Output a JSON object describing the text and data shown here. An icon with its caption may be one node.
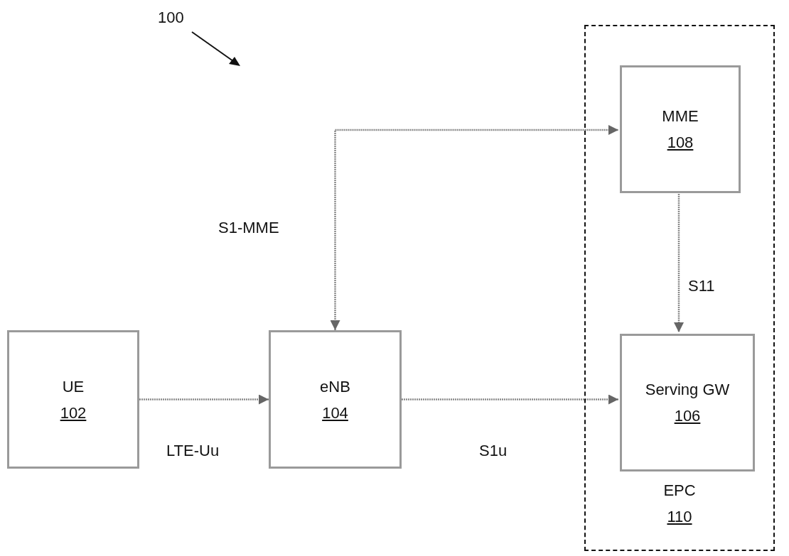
{
  "diagram": {
    "nodes": [
      {
        "text": [
          "EPC",
          "110"
        ]
      },
      {
        "text": [
          "MME",
          "108"
        ],
        "in": 0
      },
      {
        "text": [
          "Serving GW",
          "106"
        ],
        "in": 0
      },
      {
        "text": [
          "UE",
          "102"
        ]
      },
      {
        "text": [
          "eNB",
          "104"
        ]
      }
    ],
    "edges": [
      {
        "from": 3,
        "to": 4,
        "arrow": "to",
        "label": "LTE-Uu"
      },
      {
        "from": 4,
        "to": 2,
        "arrow": "to",
        "label": "S1u"
      },
      {
        "from": 4,
        "to": 1,
        "arrow": "both",
        "label": "S1-MME"
      },
      {
        "from": 1,
        "to": 2,
        "arrow": "to",
        "label": "S11"
      }
    ],
    "labels": [
      "100"
    ]
  }
}
